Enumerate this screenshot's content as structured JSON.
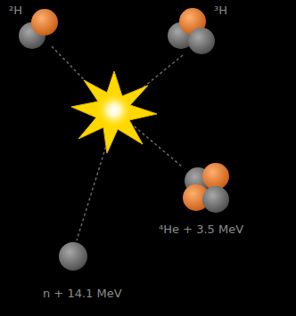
{
  "diagram": {
    "labels": [
      "²H",
      "³H",
      "⁴He + 3.5 MeV",
      "n + 14.1 MeV"
    ]
  }
}
